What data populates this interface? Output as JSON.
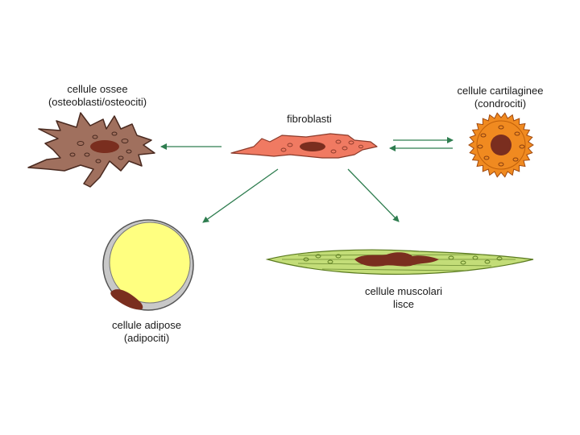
{
  "labels": {
    "ossee_line1": "cellule ossee",
    "ossee_line2": "(osteoblasti/osteociti)",
    "cartilaginee_line1": "cellule cartilaginee",
    "cartilaginee_line2": "(condrociti)",
    "fibroblasti": "fibroblasti",
    "muscolari_line1": "cellule muscolari",
    "muscolari_line2": "lisce",
    "adipose_line1": "cellule adipose",
    "adipose_line2": "(adipociti)"
  },
  "colors": {
    "arrow": "#2e7d4f",
    "bone_cell": "#a0705e",
    "fibroblast": "#f07a62",
    "cartilage_cell": "#f08a20",
    "muscle_cell": "#c3dd78",
    "fat_cell": "#ffff80",
    "nucleus": "#7a2e1f"
  }
}
